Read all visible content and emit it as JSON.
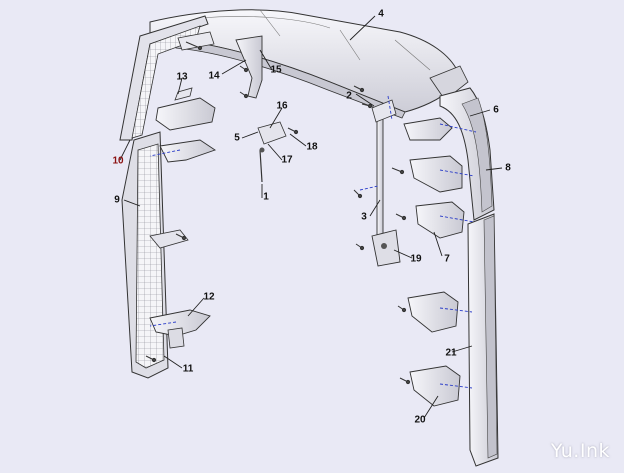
{
  "diagram": {
    "colors": {
      "background": "#e9e9f5",
      "part_fill": "#f3f3f7",
      "part_shade": "#cfcfd8",
      "outline": "#333333",
      "leader": "#222222",
      "dashed": "#2a3cc8"
    },
    "callouts": [
      {
        "id": "1",
        "label": "1"
      },
      {
        "id": "2",
        "label": "2"
      },
      {
        "id": "3",
        "label": "3"
      },
      {
        "id": "4",
        "label": "4"
      },
      {
        "id": "5",
        "label": "5"
      },
      {
        "id": "6",
        "label": "6"
      },
      {
        "id": "7",
        "label": "7"
      },
      {
        "id": "8",
        "label": "8"
      },
      {
        "id": "9",
        "label": "9"
      },
      {
        "id": "10",
        "label": "10",
        "highlight": true
      },
      {
        "id": "11",
        "label": "11"
      },
      {
        "id": "12",
        "label": "12"
      },
      {
        "id": "13",
        "label": "13"
      },
      {
        "id": "14",
        "label": "14"
      },
      {
        "id": "15",
        "label": "15"
      },
      {
        "id": "16",
        "label": "16"
      },
      {
        "id": "17",
        "label": "17"
      },
      {
        "id": "18",
        "label": "18"
      },
      {
        "id": "19",
        "label": "19"
      },
      {
        "id": "20",
        "label": "20"
      },
      {
        "id": "21",
        "label": "21"
      }
    ]
  },
  "watermark": "Yu.Ink"
}
